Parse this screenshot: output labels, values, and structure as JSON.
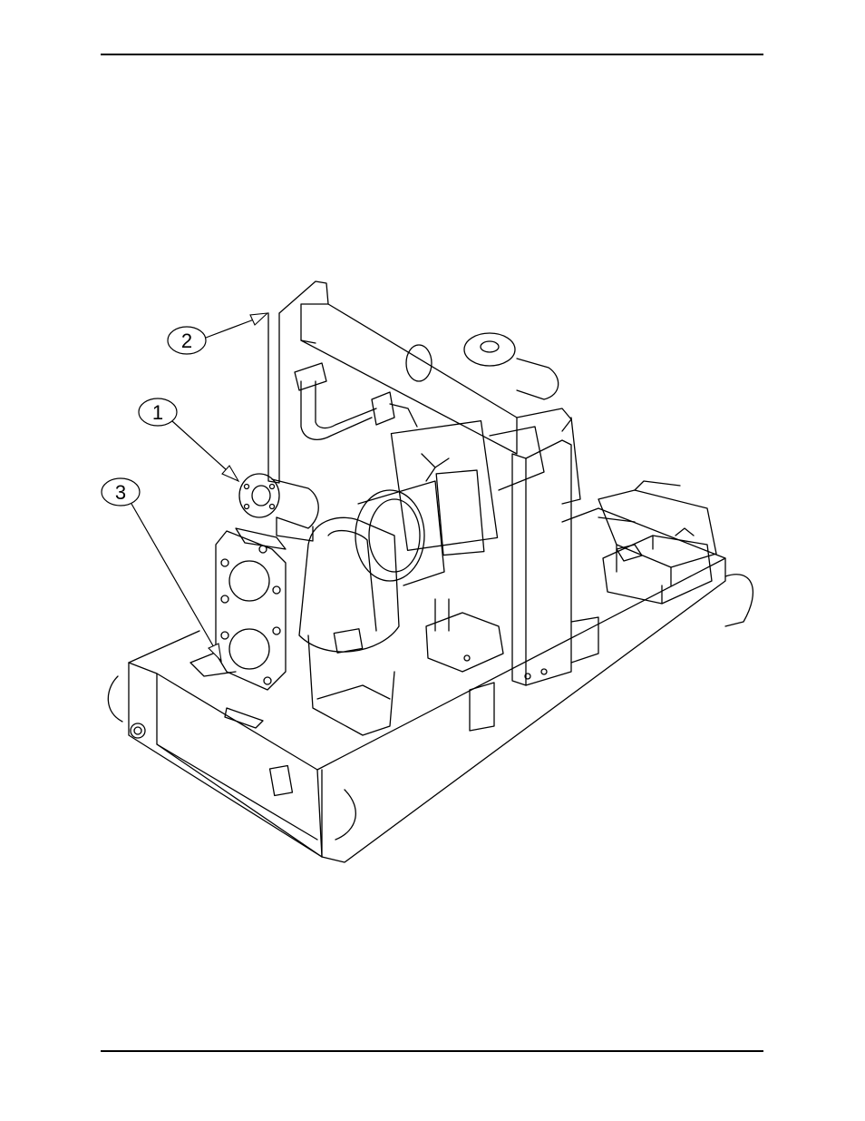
{
  "callouts": [
    {
      "id": "1",
      "label": "1"
    },
    {
      "id": "2",
      "label": "2"
    },
    {
      "id": "3",
      "label": "3"
    }
  ],
  "figure": {
    "icon": "pump-assembly-line-drawing"
  },
  "colors": {
    "ink": "#000000",
    "paper": "#ffffff"
  }
}
